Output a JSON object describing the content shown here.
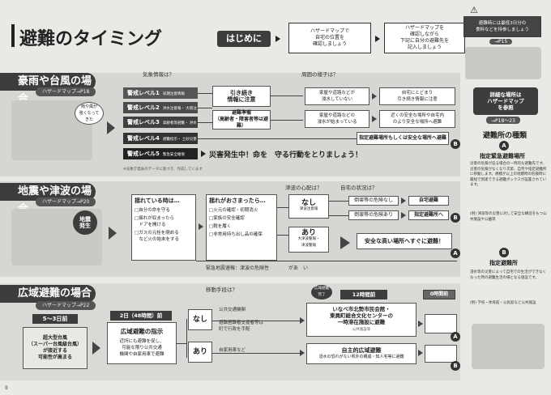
{
  "title": "避難のタイミング",
  "intro_badge": "はじめに",
  "intro_steps": [
    "ハザードマップで\n自宅の位置を\n確認しましょう",
    "ハザードマップを\n確認しながら\n下記に自分の避難先を\n記入しましょう"
  ],
  "warning_box": {
    "text": "避難時には最低3日分の\n食料などを持参しましょう",
    "ref": "→P15"
  },
  "sec1": {
    "title": "豪雨や台風の場合",
    "sub": "ハザードマップ→P18",
    "weather_label": "気象情報は？",
    "surround_label": "周囲の様子は？",
    "bubble": "雨や風が\n強くなって\nきた",
    "levels": [
      {
        "label": "警戒レベル1",
        "note": "早期注意情報"
      },
      {
        "label": "警戒レベル2",
        "note": "洪水注意報・\n大雨注意報等"
      },
      {
        "label": "警戒レベル3",
        "note": "高齢者等避難・\n洪水警報等"
      },
      {
        "label": "警戒レベル4",
        "note": "避難指示・\n土砂災害警戒情報"
      },
      {
        "label": "警戒レベル5",
        "note": "緊急安全確保"
      }
    ],
    "mid1": "引き続き\n情報に注意",
    "mid2": "避難準備\n（高齢者・障害者等は避難）",
    "sur1": "家屋や道路などが\n浸水していない",
    "sur2": "家屋や道路などの\n浸水が始まっている",
    "res1": "自宅にとどまり\n引き続き情報に注意",
    "res2": "近くの安全な場所や自宅内\nのより安全な場所へ避難",
    "res3": "指定避難場所もしくは安全な場所へ避難",
    "level5_msg": "災害発生中！命を　守る行動をとりましょう！",
    "footnote": "※気象庁発表のデータに基づき、作成しています",
    "marker": "B"
  },
  "sec2": {
    "title": "地震や津波の場合",
    "sub": "ハザードマップ→P20",
    "quake_label": "地震\n発生",
    "during_title": "揺れている時は…",
    "during_items": [
      "□自分の命を守る",
      "□揺れが収まったら\n　ドアを開ける",
      "□ガスの元栓を閉める\n　など火の始末をする"
    ],
    "after_title": "揺れがおさまったら…",
    "after_items": [
      "□火元の確認・初期消火",
      "□家族の安全確認",
      "□靴を履く",
      "□非常用持ち出し品の確保"
    ],
    "tsunami_label": "津波の心配は？",
    "home_label": "自宅の状況は？",
    "no": "なし",
    "no_note": "津波注意報",
    "yes": "あり",
    "yes_note": "大津波警報・\n津波警報",
    "house_safe": "倒壊等の危険なし",
    "house_danger": "倒壊等の危険あり",
    "stay_home": "自宅避難",
    "go_shelter": "指定避難所へ",
    "high_place": "安全な高い場所へすぐに避難！",
    "landslide": "緊急地震速報：津波の危険性　　　　があ　い",
    "marker_a": "A"
  },
  "sec3": {
    "title": "広域避難の場合",
    "sub": "ハザードマップ→P22",
    "days": "5～3日前",
    "storm_box": "超大型台風\n（スーパー台風級台風）\nが接近する\n可能性が高まる",
    "two_days": "2日（48時間）前",
    "instruction_title": "広域避難の指示",
    "instruction_body": "近所にも避難を促し、\n可能な限り公共交通\n機関や自家用車で避難",
    "transport_label": "移動手段は？",
    "none": "なし",
    "public_transport": "公共交通機関",
    "public_note": "避難困難者支援者等は\n町で行政を手配",
    "have": "あり",
    "car": "自家用車など",
    "complete_label": "広域避難\n完了",
    "hours12": "12時間前",
    "hours0": "0時間前",
    "facility_title": "いなべ市北勢市民会館・\n東員町総合文化センターの\n一時滞在施設に避難",
    "facility_note": "公共施設等",
    "self_title": "自主的広域避難",
    "self_body": "浸水の恐れがない県外の親戚・知人宅等に避難"
  },
  "side": {
    "detail_box": "詳細な場所は\nハザードマップ\nを参照",
    "detail_ref": "→P18～23",
    "kinds_title": "避難所の種類",
    "a_title": "指定緊急避難場所",
    "a_body": "災害の危険が迫る場合の一時的な避難先です。災害の危険がなくなり次第、自宅や指定避難所に移動します。規模が以上の地震時の危険時に最短で到達できる避難ボックスが設置されています。",
    "a_bullet": "(例) 津波等の災害に対して安全な構造をもつ公共施設や公園等",
    "b_title": "指定避難所",
    "b_body": "浸水等の災害によって自宅での生活ができなくなった時の避難生活の場となる施設です。",
    "b_bullet": "(例) 学校・体育館・公民館など公共施設"
  },
  "page_number": "8"
}
